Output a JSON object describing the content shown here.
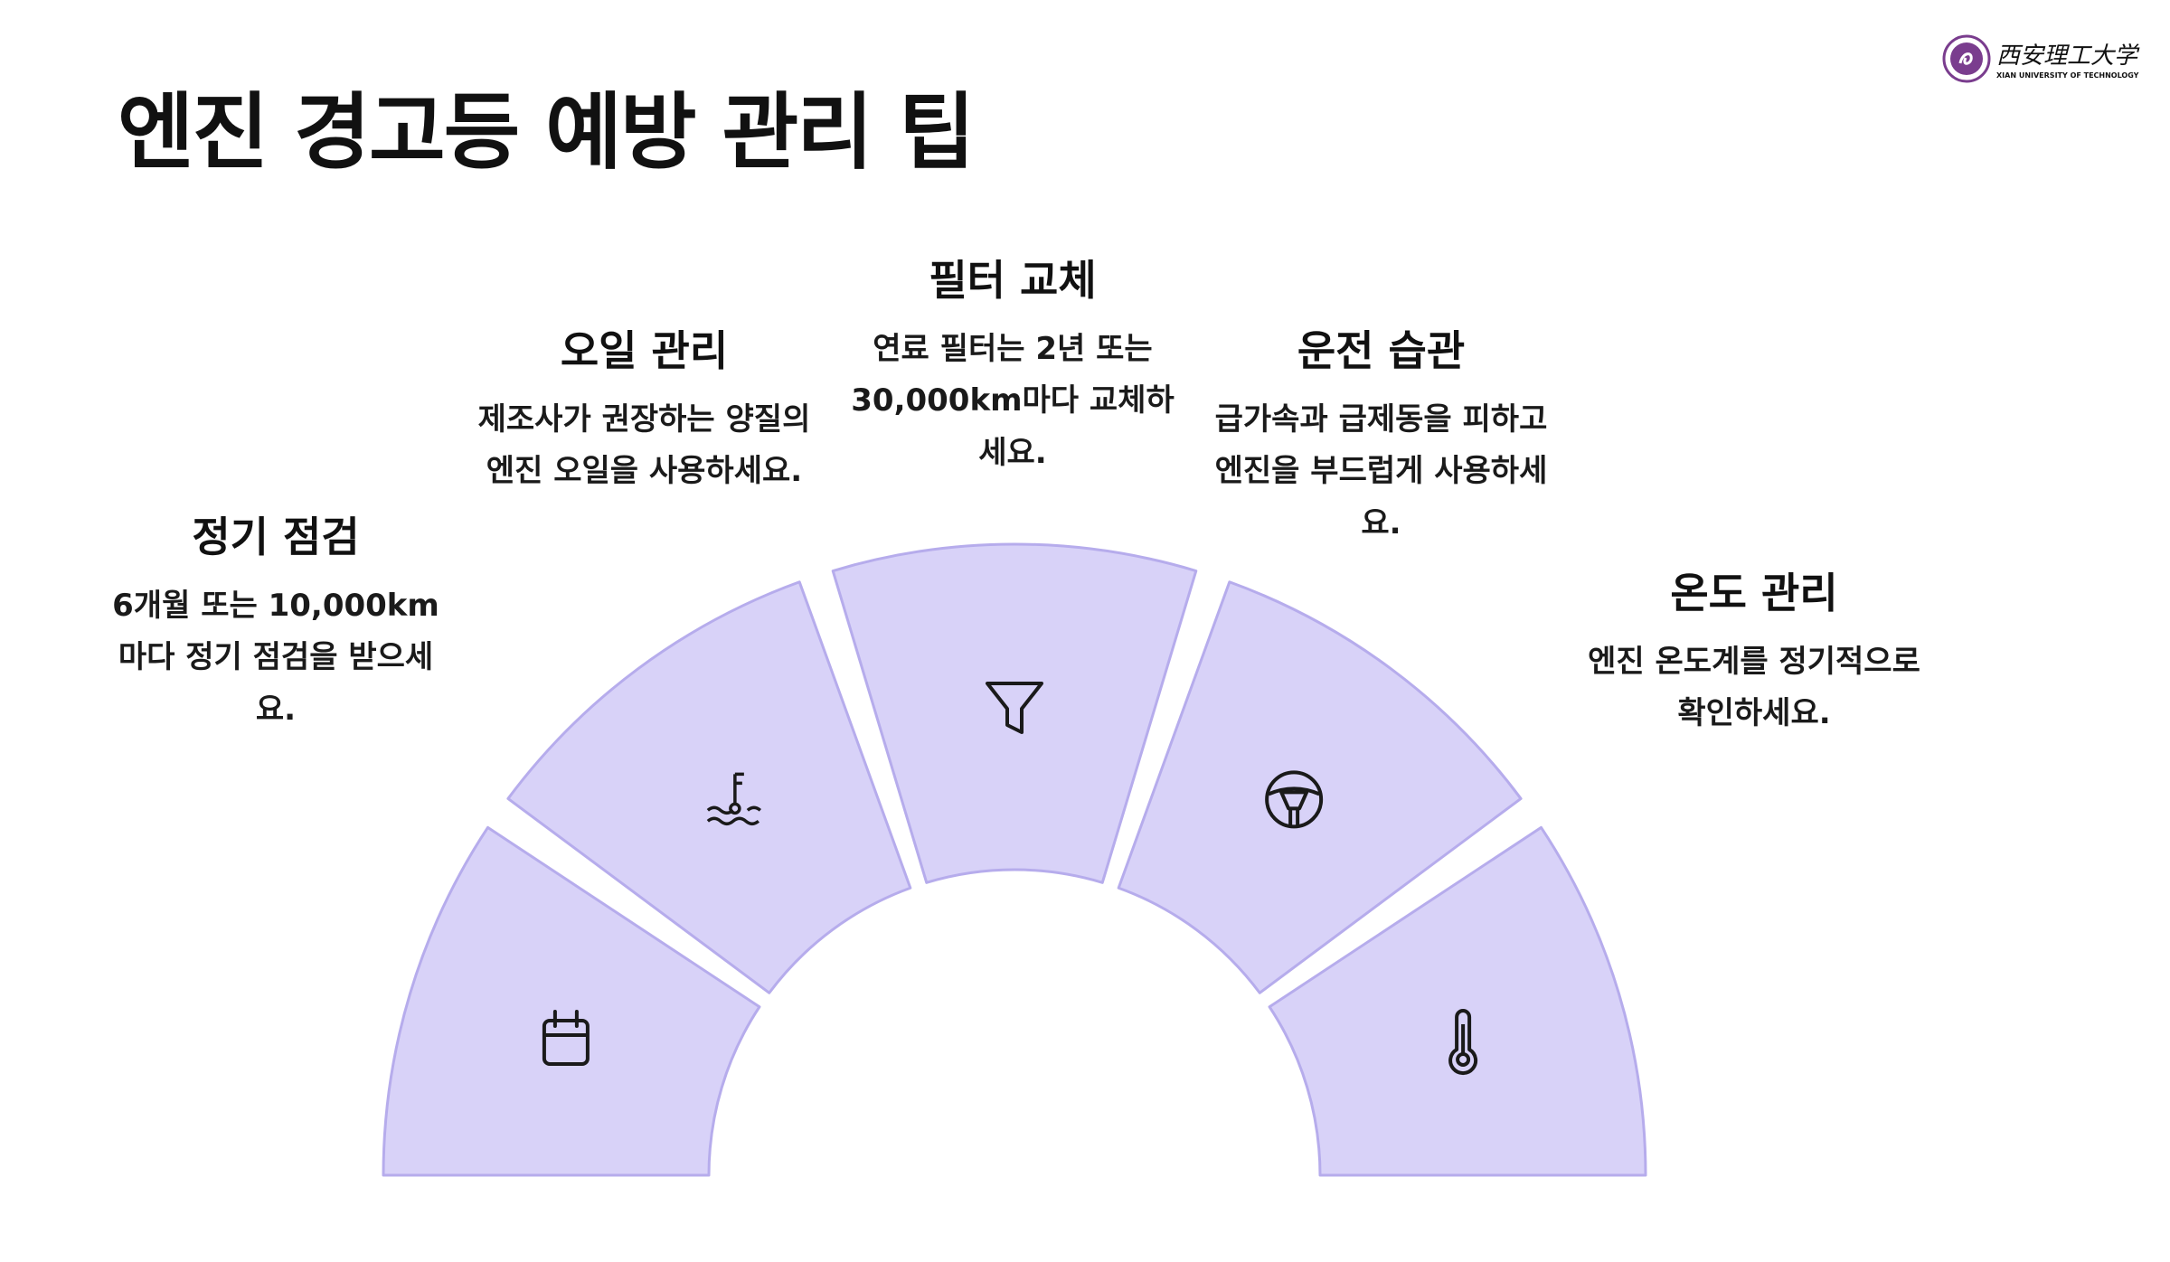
{
  "title": "엔진 경고등 예방 관리 팁",
  "logo": {
    "name_cn": "西安理工大学",
    "name_en": "XIAN UNIVERSITY OF TECHNOLOGY"
  },
  "colors": {
    "segment_fill": "#d8d2f8",
    "segment_stroke": "#b6acec",
    "icon_stroke": "#1a1a1a",
    "logo_purple": "#7a3d8e"
  },
  "segments": [
    {
      "heading": "정기 점검",
      "body": "6개월 또는 10,000km 마다 정기 점검을 받으세요.",
      "icon": "calendar-icon"
    },
    {
      "heading": "오일 관리",
      "body": "제조사가 권장하는 양질의 엔진 오일을 사용하세요.",
      "icon": "oil-level-icon"
    },
    {
      "heading": "필터 교체",
      "body": "연료 필터는 2년 또는 30,000km마다 교체하세요.",
      "icon": "filter-icon"
    },
    {
      "heading": "운전 습관",
      "body": "급가속과 급제동을 피하고 엔진을 부드럽게 사용하세요.",
      "icon": "steering-wheel-icon"
    },
    {
      "heading": "온도 관리",
      "body": "엔진 온도계를 정기적으로 확인하세요.",
      "icon": "thermometer-icon"
    }
  ]
}
